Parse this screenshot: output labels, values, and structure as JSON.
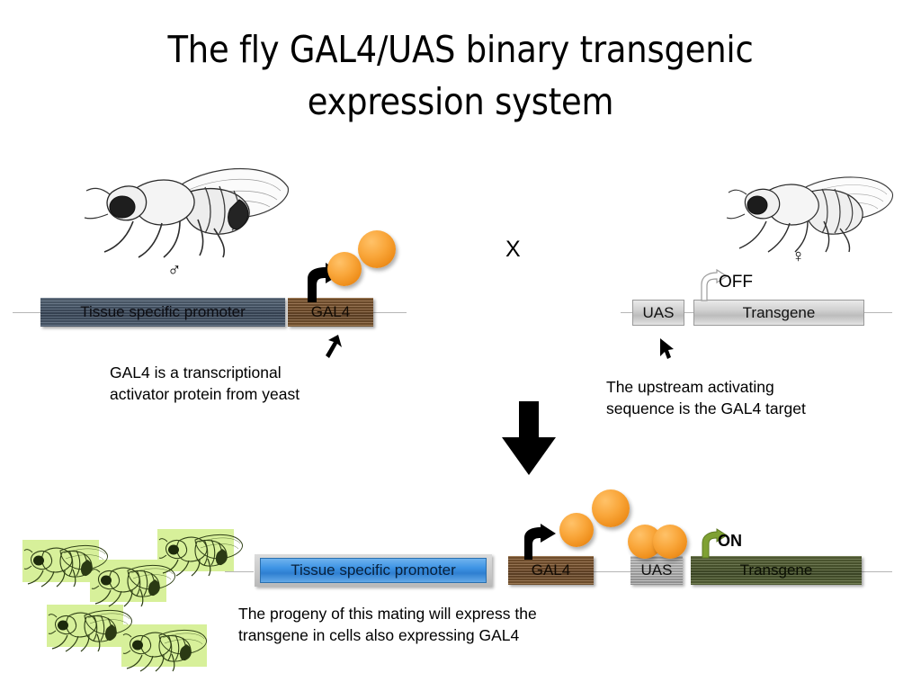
{
  "slide": {
    "title": "The fly GAL4/UAS binary transgenic\nexpression system",
    "background_color": "#ffffff",
    "cross_symbol": "X"
  },
  "parents": {
    "driver_line": {
      "sex_symbol": "♂",
      "sex_name": "male",
      "construct": [
        {
          "label": "Tissue specific promoter",
          "color": "#4a5a6d",
          "kind": "promoter"
        },
        {
          "label": "GAL4",
          "color": "#7d5530",
          "kind": "coding"
        }
      ],
      "protein_count": 2,
      "protein_color": "#f5a132",
      "caption": "GAL4 is a transcriptional\nactivator protein from yeast"
    },
    "responder_line": {
      "sex_symbol": "♀",
      "sex_name": "female",
      "construct": [
        {
          "label": "UAS",
          "color": "#cccccc",
          "kind": "uas"
        },
        {
          "label": "Transgene",
          "color": "#cccccc",
          "kind": "coding"
        }
      ],
      "state_label": "OFF",
      "state_arrow_color": "#8c8c8c",
      "caption": "The upstream activating\nsequence is the GAL4 target"
    }
  },
  "progeny": {
    "fly_count": 5,
    "highlight_color": "#d7f09a",
    "construct": [
      {
        "label": "Tissue specific promoter",
        "color": "#3d93e4",
        "kind": "promoter"
      },
      {
        "label": "GAL4",
        "color": "#7d5530",
        "kind": "coding"
      },
      {
        "label": "UAS",
        "color": "#b0b0b0",
        "kind": "uas"
      },
      {
        "label": "Transgene",
        "color": "#525e33",
        "kind": "coding"
      }
    ],
    "protein_count": 4,
    "protein_color": "#f5a132",
    "state_label": "ON",
    "state_arrow_color": "#7a9b2e",
    "caption": "The progeny of this mating will express the\ntransgene in cells also expressing GAL4"
  },
  "icons": {
    "down_arrow": "down-arrow-icon",
    "pointer": "pointer-icon",
    "gal4_activation_arrow": "bent-arrow-icon"
  }
}
